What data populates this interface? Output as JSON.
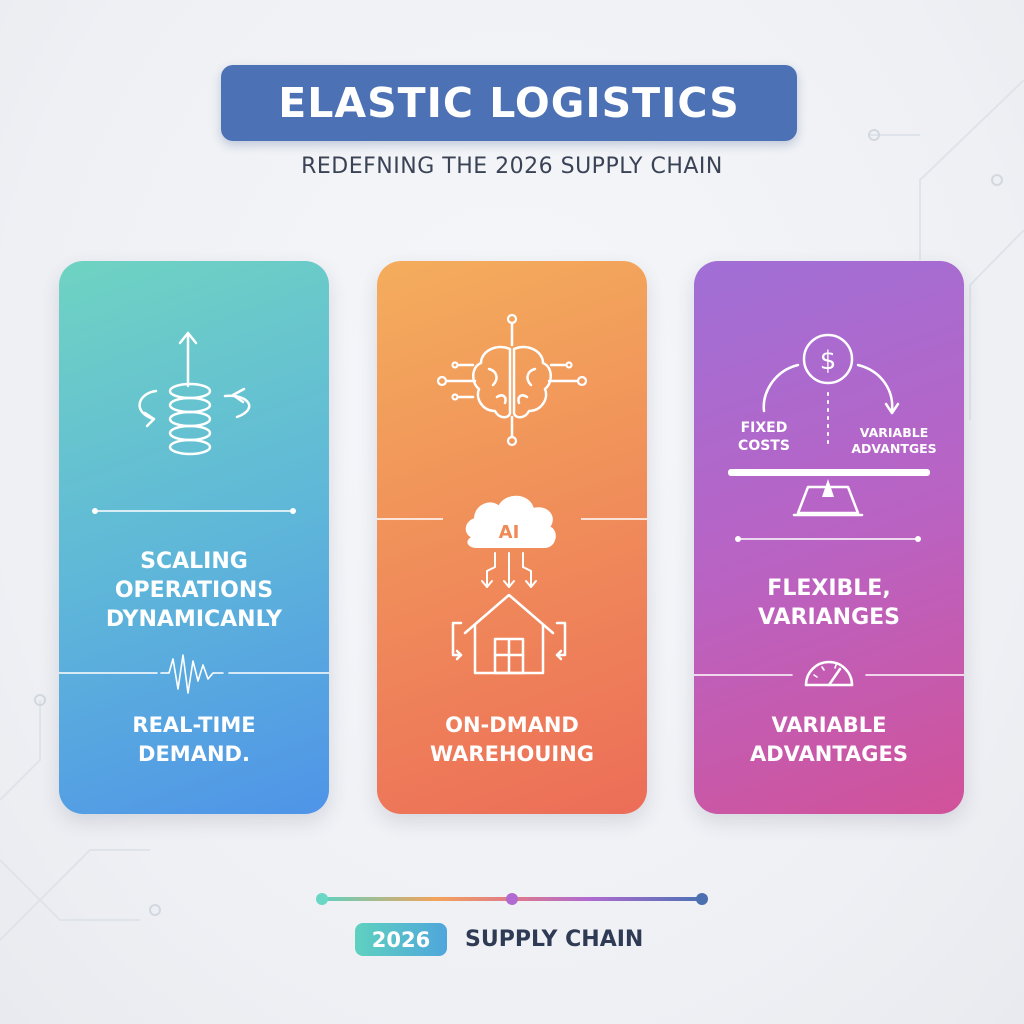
{
  "header": {
    "title": "ELASTIC LOGISTICS",
    "subtitle": "REDEFNING THE 2026 SUPPLY CHAIN"
  },
  "cards": [
    {
      "heading_lines": [
        "SCALING",
        "OPERATIONS",
        "DYNAMICANLY"
      ],
      "footer_lines": [
        "REAL-TIME",
        "DEMAND."
      ],
      "icons": [
        "spring-scale-icon",
        "heartbeat-wave-icon"
      ]
    },
    {
      "badge": "AI",
      "footer_lines": [
        "ON-DMAND",
        "WAREHOUING"
      ],
      "icons": [
        "brain-network-icon",
        "ai-cloud-icon",
        "warehouse-icon"
      ]
    },
    {
      "left_label_lines": [
        "FIXED",
        "COSTS"
      ],
      "right_label_lines": [
        "VARIABLE",
        "ADVANTGES"
      ],
      "heading_lines": [
        "FLEXIBLE,",
        "VARIANGES"
      ],
      "footer_lines": [
        "VARIABLE",
        "ADVANTAGES"
      ],
      "icons": [
        "dollar-coin-icon",
        "balance-scale-icon",
        "speedometer-icon"
      ]
    }
  ],
  "footer": {
    "year": "2026",
    "label": "SUPPLY CHAIN"
  },
  "colors": {
    "title_bg": "#4c72b5",
    "card1": [
      "#6fd3c2",
      "#4f94e8"
    ],
    "card2": [
      "#f4ad5c",
      "#ec6d58"
    ],
    "card3": [
      "#a06fd6",
      "#d15299"
    ]
  }
}
